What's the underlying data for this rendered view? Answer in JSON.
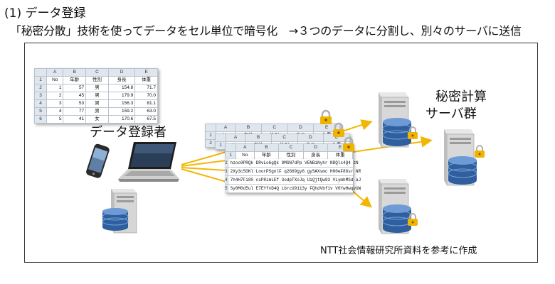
{
  "heading": {
    "title": "(1) データ登録",
    "subtitle": "「秘密分散」技術を使ってデータをセル単位で暗号化　→３つのデータに分割し、別々のサーバに送信"
  },
  "labels": {
    "registrant": "データ登録者",
    "server_group_line1": "秘密計算",
    "server_group_line2": "サーバ群",
    "credit": "NTT社会情報研究所資料を参考に作成"
  },
  "source_sheet": {
    "col_letters": [
      "",
      "A",
      "B",
      "C",
      "D",
      "E"
    ],
    "rows": [
      [
        "1",
        "No",
        "年齢",
        "性別",
        "身長",
        "体重"
      ],
      [
        "2",
        "1",
        "57",
        "男",
        "154.8",
        "71.7"
      ],
      [
        "3",
        "2",
        "45",
        "男",
        "179.9",
        "70.0"
      ],
      [
        "4",
        "3",
        "53",
        "男",
        "156.3",
        "81.1"
      ],
      [
        "5",
        "4",
        "77",
        "男",
        "159.2",
        "63.0"
      ],
      [
        "6",
        "5",
        "41",
        "女",
        "170.6",
        "67.5"
      ]
    ]
  },
  "share_sheet": {
    "col_letters": [
      "",
      "A",
      "B",
      "C",
      "D",
      "E"
    ],
    "header": [
      "1",
      "No",
      "年齢",
      "性別",
      "身長",
      "体重"
    ],
    "row_numbers": [
      "1",
      "2",
      "3",
      "4",
      "5"
    ]
  },
  "cipher_rows": [
    {
      "n": "2",
      "text": "hzoo9PRQk DRvLo6gQk 8MSN7dPp VENBiNyhr NDQls4Q4 zN"
    },
    {
      "n": "3",
      "text": "2Xy3c5OKl LnorPSgnlF q2G69gy6 gySAXsmc H00eF8Gsr NR"
    },
    {
      "n": "4",
      "text": "7h4H7Fi8S csP8imLEf 3odpTXoJq UiQjtQw93 VLymhMSd aJ"
    },
    {
      "n": "5",
      "text": "Sy0M0d5ul E7EYfvD4Q LbrcU9113y FQhdVbf1v VOYwHwqvUW"
    }
  ],
  "colors": {
    "arrow": "#f2b705",
    "lock": "#f0b400",
    "db_blue": "#2f5f9e"
  },
  "icons": [
    "smartphone-icon",
    "laptop-icon",
    "database-server-icon",
    "lock-icon"
  ]
}
